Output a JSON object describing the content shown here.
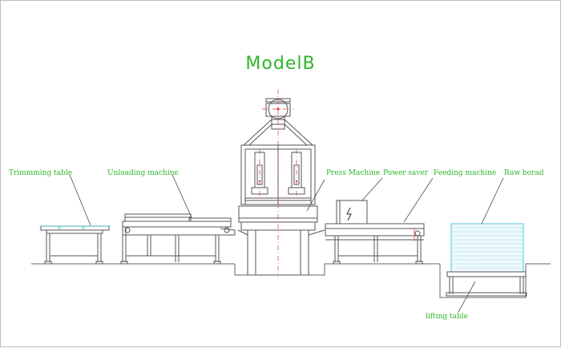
{
  "title": "ModelB",
  "labels": {
    "trimming_table": "Trimmming table",
    "unloading_machine": "Unloading machine",
    "press_machine": "Press Machine",
    "power_saver": "Power saver",
    "feeding_machine": "Feeding machine",
    "raw_board": "Raw borad",
    "lifting_table": "lifting table"
  },
  "colors": {
    "label_green": "#2fb52a",
    "drawing_gray": "#555555",
    "center_line_red": "#e23a3a",
    "board_stack_cyan": "#52c6dc"
  }
}
